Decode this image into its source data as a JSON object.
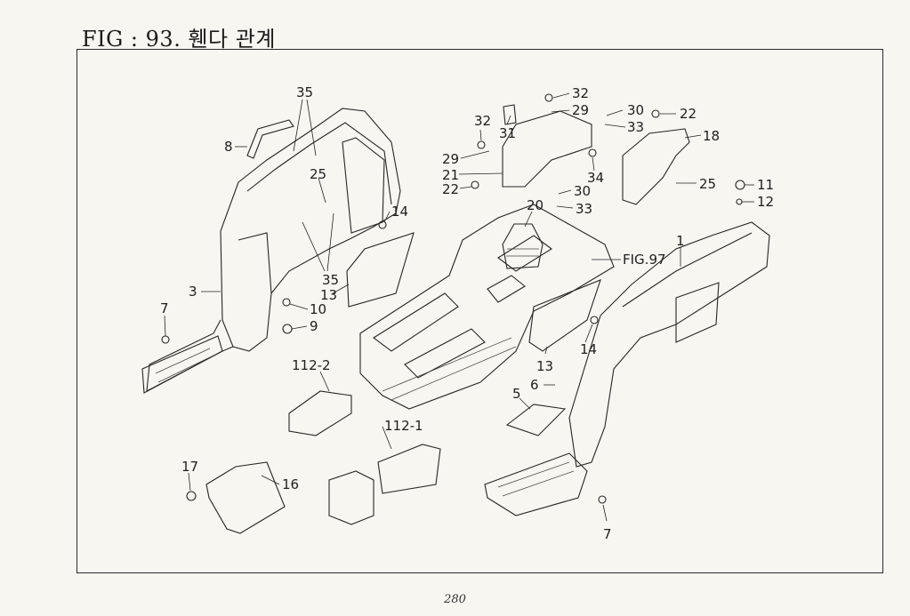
{
  "figure": {
    "title": "FIG : 93. 휀다 관계",
    "page_number": "280"
  },
  "callouts": {
    "c35a": "35",
    "c8": "8",
    "c25a": "25",
    "c35b": "35",
    "c3": "3",
    "c7a": "7",
    "c10": "10",
    "c9": "9",
    "c14a": "14",
    "c13a": "13",
    "c112_2": "112-2",
    "c17": "17",
    "c16": "16",
    "c112_1": "112-1",
    "c32a": "32",
    "c29a": "29",
    "c31": "31",
    "c32b": "32",
    "c29b": "29",
    "c21": "21",
    "c22a": "22",
    "c34": "34",
    "c30a": "30",
    "c33a": "33",
    "c22b": "22",
    "c18": "18",
    "c25b": "25",
    "c30b": "30",
    "c33b": "33",
    "c20": "20",
    "c11": "11",
    "c12": "12",
    "c1": "1",
    "cfig97": "FIG.97",
    "c14b": "14",
    "c13b": "13",
    "c6": "6",
    "c5": "5",
    "c7b": "7"
  }
}
